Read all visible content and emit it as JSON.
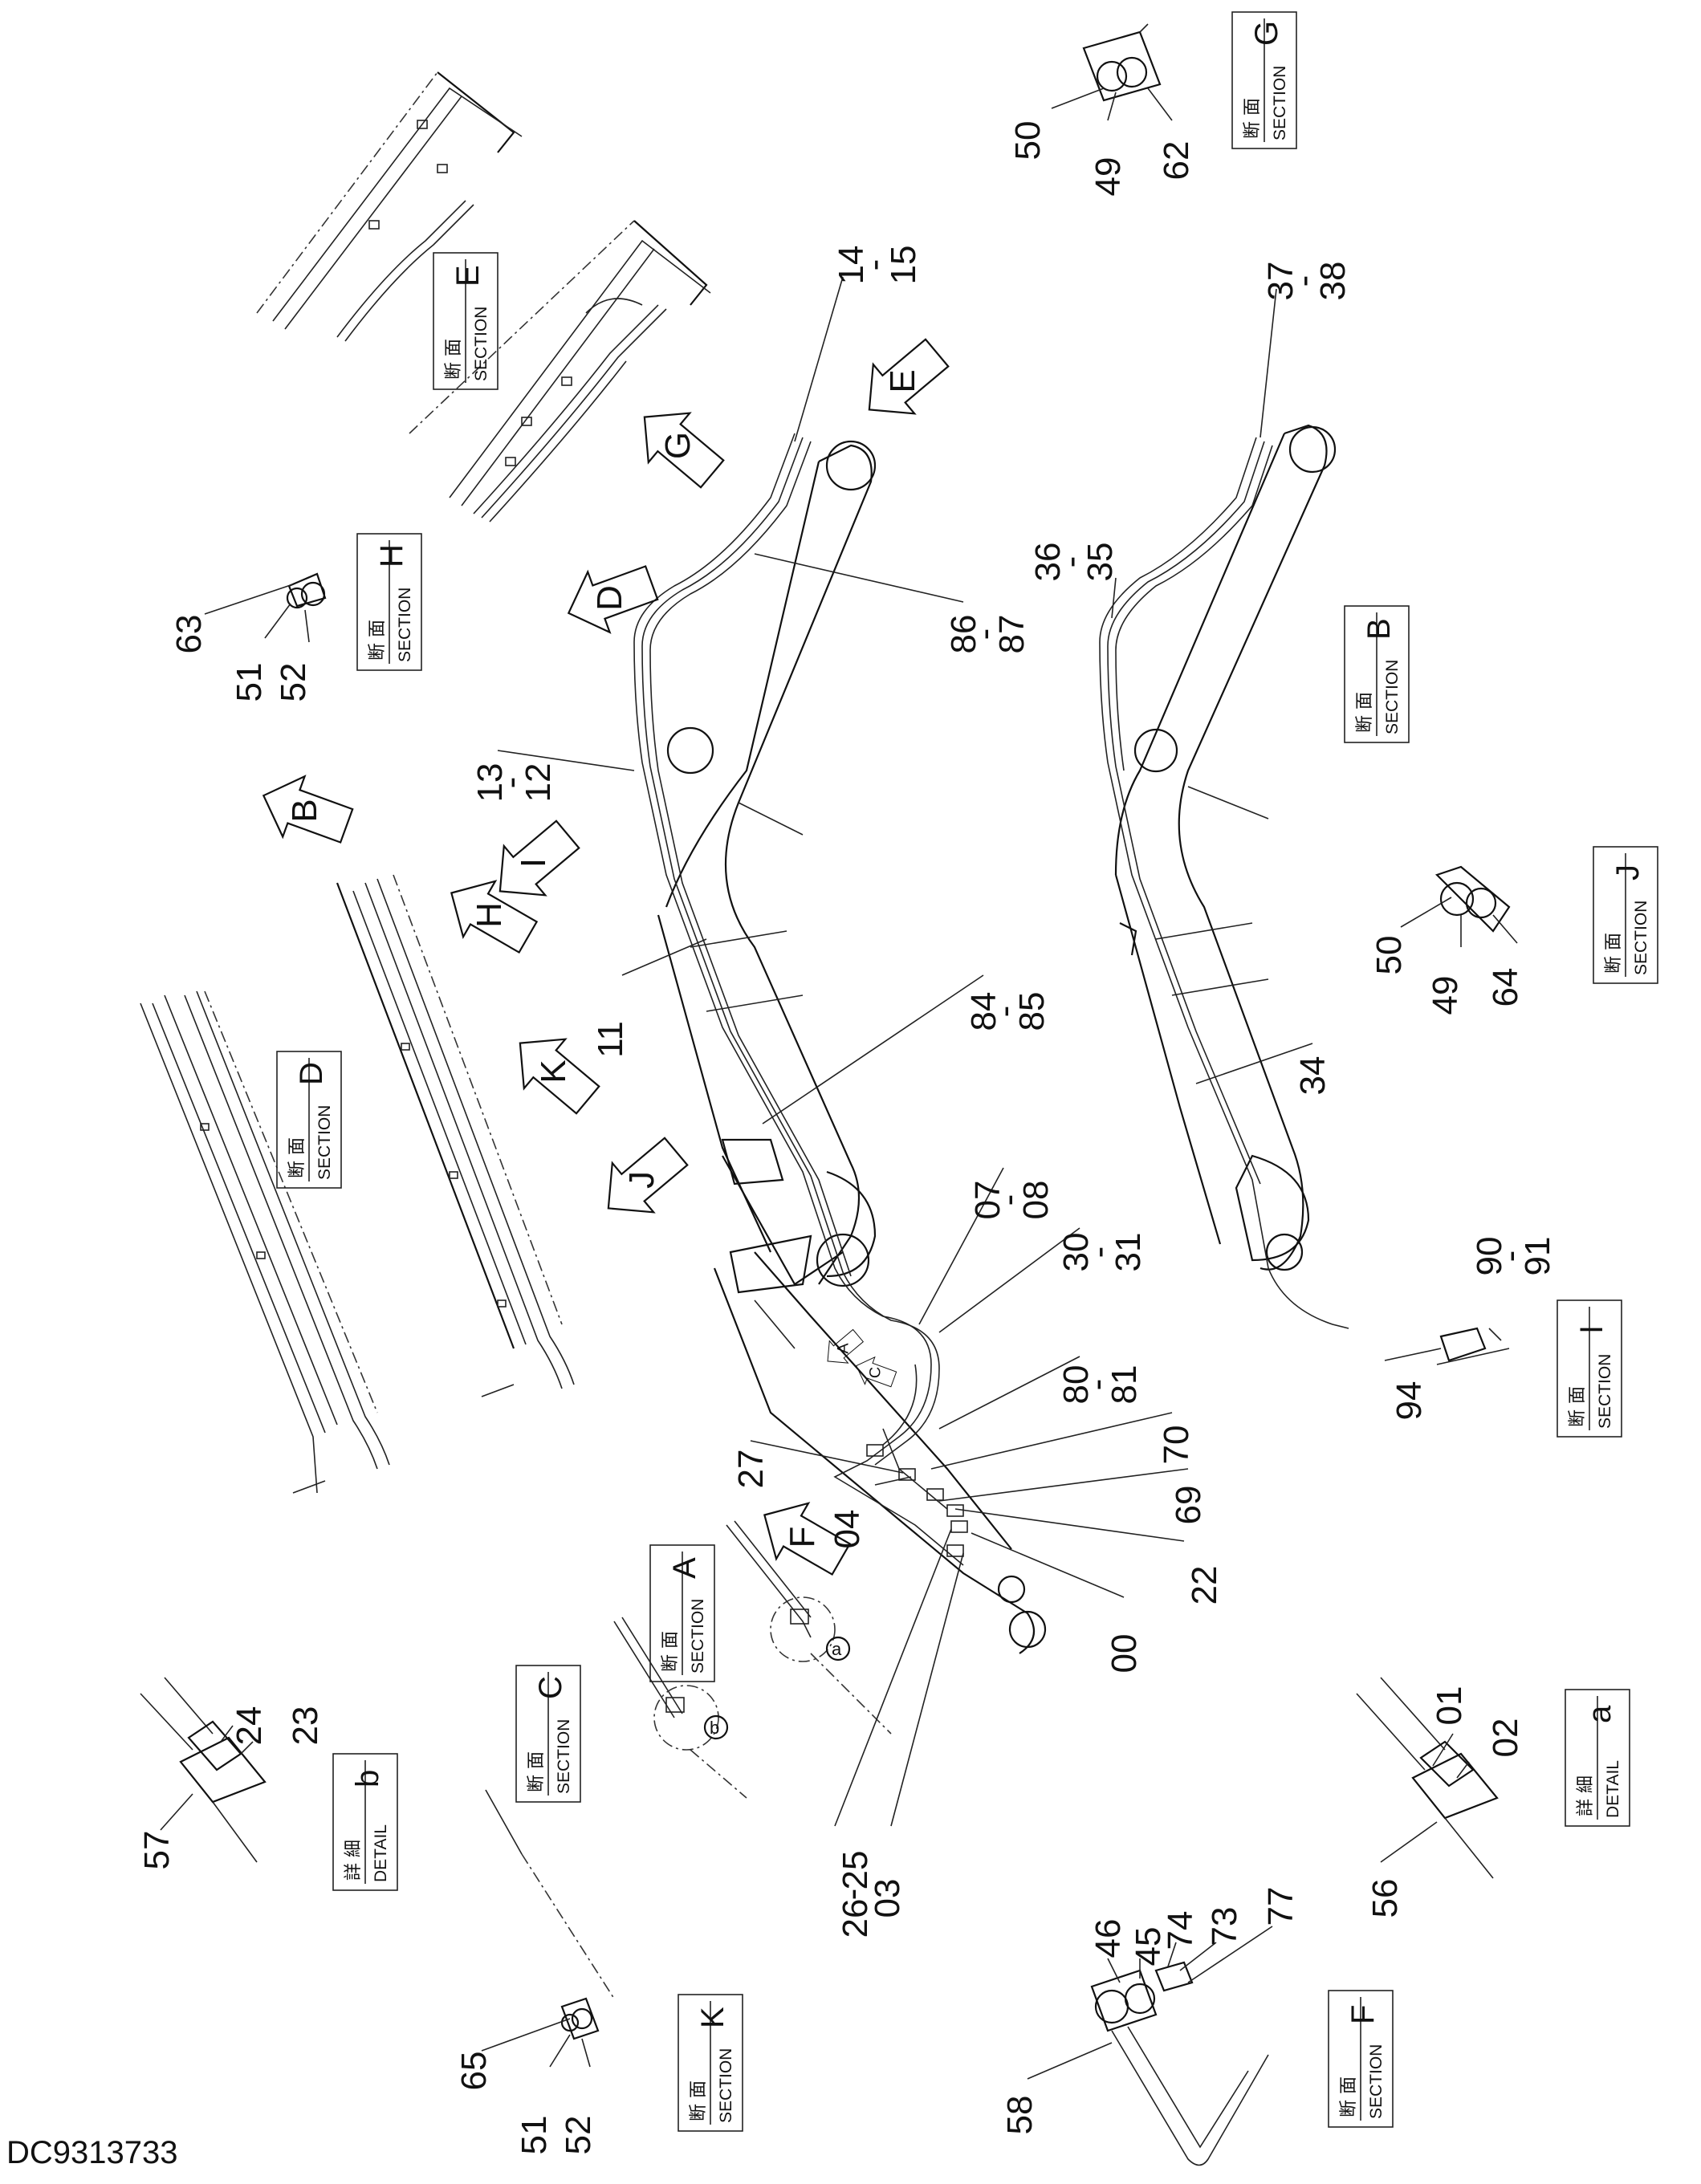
{
  "drawing_id": "DC9313733",
  "section_boxes": [
    {
      "kanji": "断 面",
      "word": "SECTION",
      "letter": "G"
    },
    {
      "kanji": "断 面",
      "word": "SECTION",
      "letter": "E"
    },
    {
      "kanji": "断 面",
      "word": "SECTION",
      "letter": "H"
    },
    {
      "kanji": "断 面",
      "word": "SECTION",
      "letter": "B"
    },
    {
      "kanji": "断 面",
      "word": "SECTION",
      "letter": "J"
    },
    {
      "kanji": "断 面",
      "word": "SECTION",
      "letter": "D"
    },
    {
      "kanji": "断 面",
      "word": "SECTION",
      "letter": "I"
    },
    {
      "kanji": "断 面",
      "word": "SECTION",
      "letter": "A"
    },
    {
      "kanji": "断 面",
      "word": "SECTION",
      "letter": "C"
    },
    {
      "kanji": "詳 細",
      "word": "DETAIL",
      "letter": "a"
    },
    {
      "kanji": "詳 細",
      "word": "DETAIL",
      "letter": "b"
    },
    {
      "kanji": "断 面",
      "word": "SECTION",
      "letter": "K"
    },
    {
      "kanji": "断 面",
      "word": "SECTION",
      "letter": "F"
    }
  ],
  "view_arrows": [
    "E",
    "G",
    "D",
    "B",
    "H",
    "I",
    "K",
    "J",
    "A",
    "C",
    "F"
  ],
  "detail_circles": [
    "a",
    "b"
  ],
  "part_labels": [
    "50",
    "49",
    "62",
    "14",
    "15",
    "37",
    "38",
    "63",
    "51",
    "52",
    "86",
    "87",
    "36",
    "35",
    "13",
    "12",
    "11",
    "84",
    "85",
    "34",
    "50",
    "49",
    "64",
    "07",
    "08",
    "30",
    "31",
    "90",
    "91",
    "94",
    "80",
    "81",
    "70",
    "27",
    "04",
    "69",
    "22",
    "00",
    "24",
    "23",
    "57",
    "01",
    "02",
    "56",
    "26",
    "25",
    "03",
    "46",
    "45",
    "74",
    "73",
    "77",
    "58",
    "65",
    "51",
    "52"
  ],
  "dash": "-"
}
